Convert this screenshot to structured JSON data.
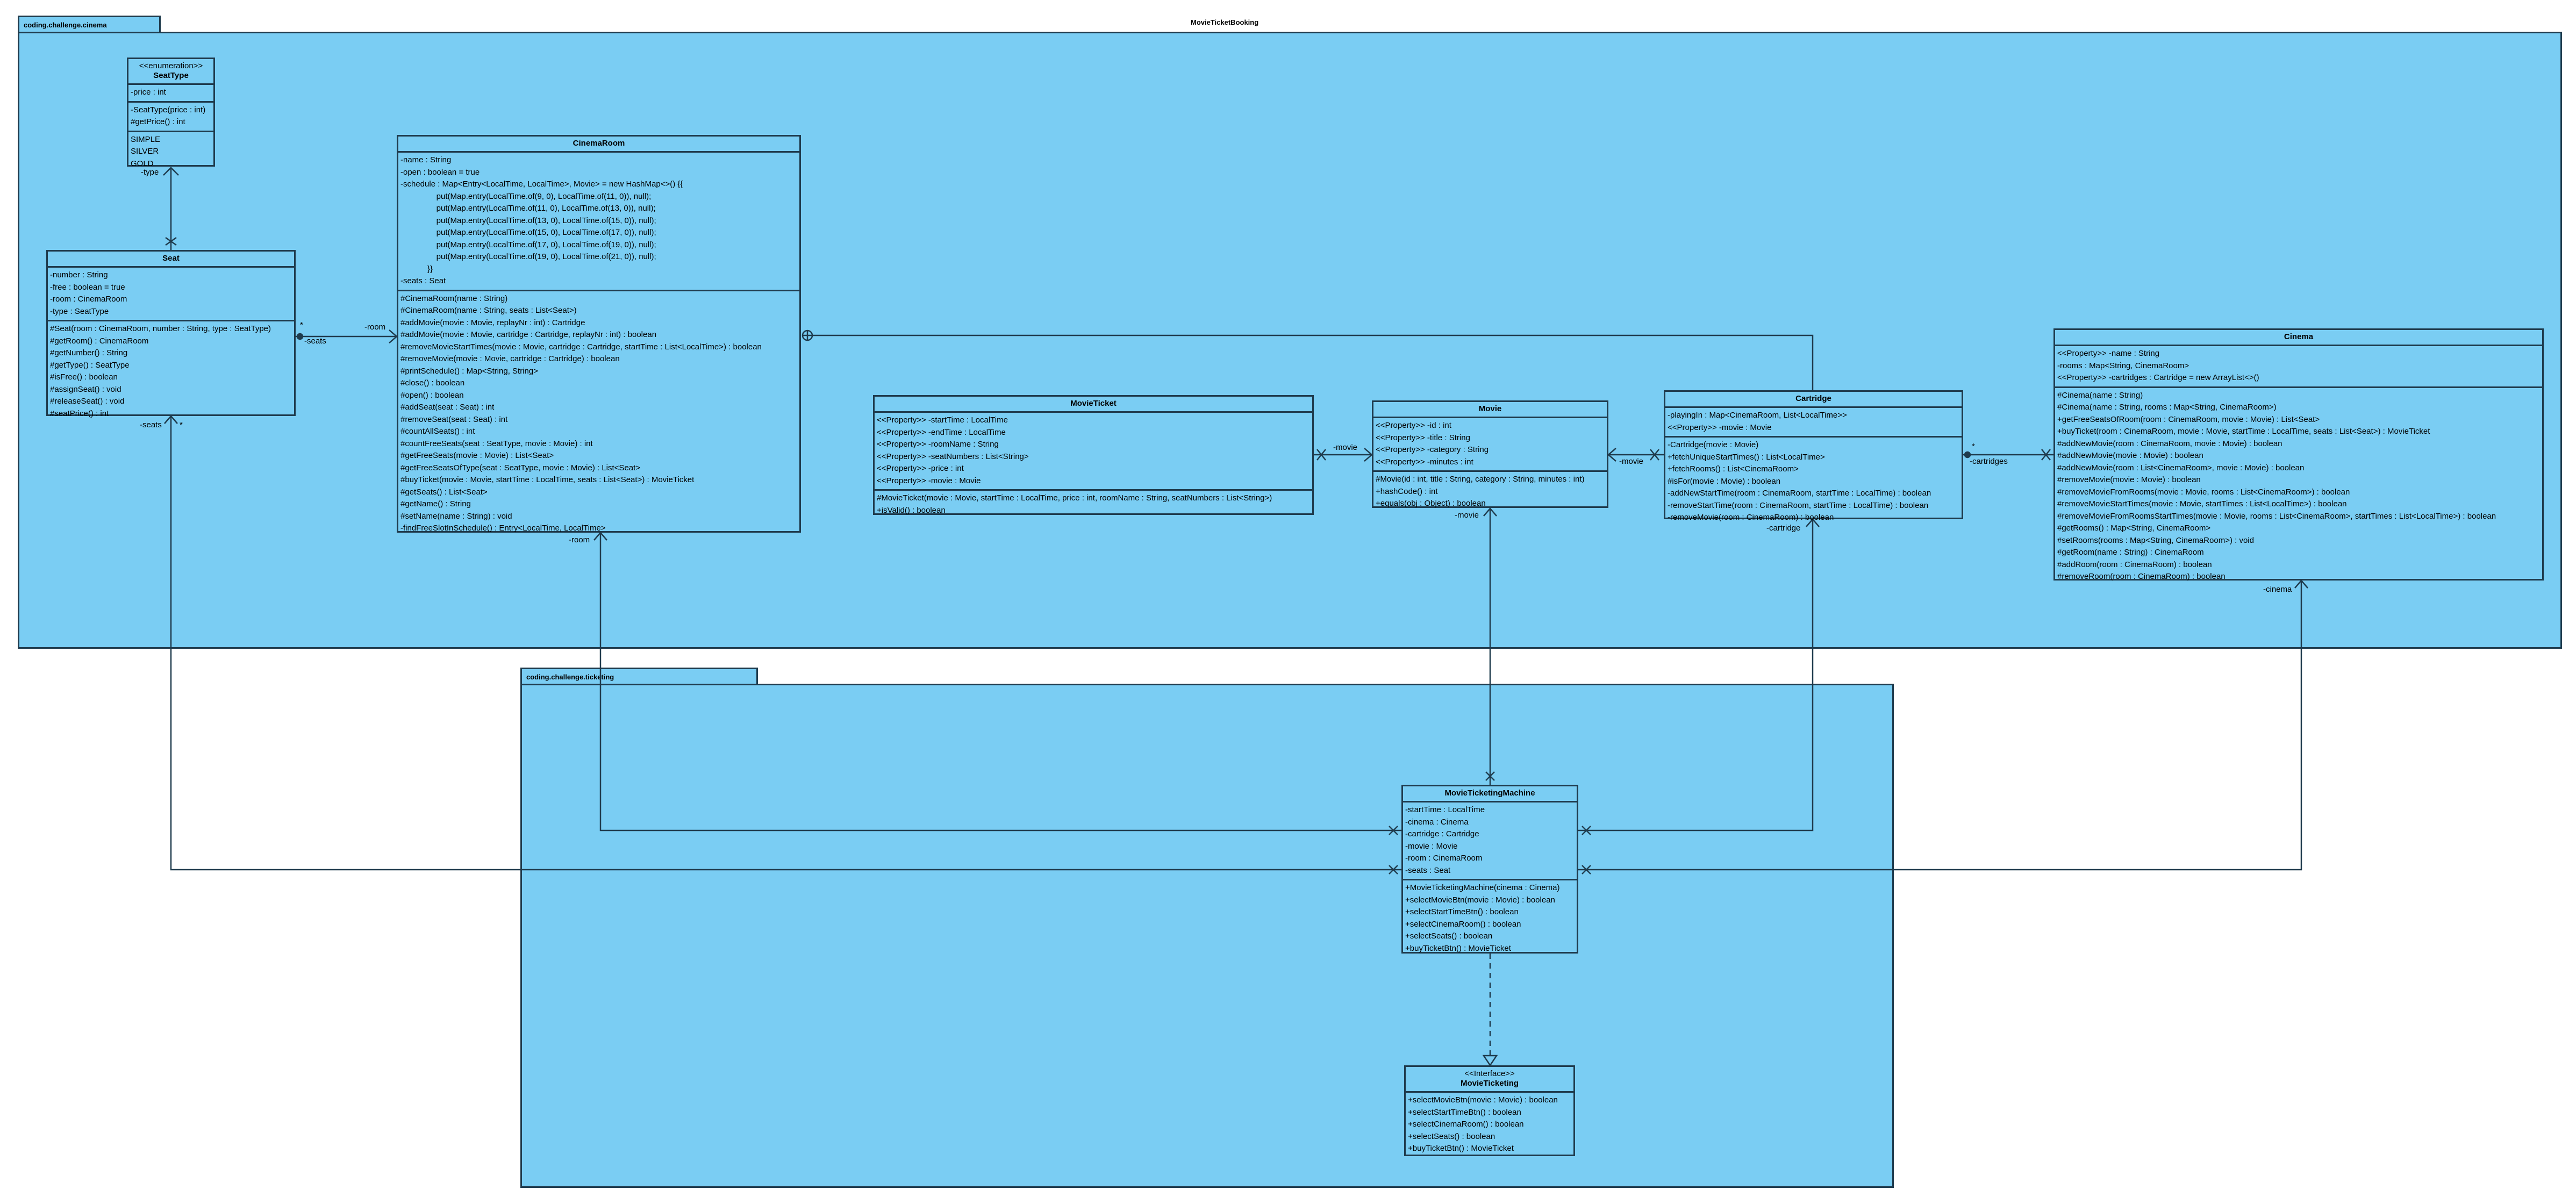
{
  "diagram": {
    "title": "MovieTicketBooking"
  },
  "packages": {
    "cinema": {
      "name": "coding.challenge.cinema"
    },
    "ticketing": {
      "name": "coding.challenge.ticketing"
    }
  },
  "classes": [
    {
      "key": "seattype",
      "stereotype": "<<enumeration>>",
      "name": "SeatType",
      "attributes": [
        "-price : int"
      ],
      "operations": [
        "-SeatType(price : int)",
        "#getPrice() : int"
      ],
      "literals": [
        "SIMPLE",
        "SILVER",
        "GOLD"
      ]
    },
    {
      "key": "seat",
      "name": "Seat",
      "attributes": [
        "-number : String",
        "-free : boolean = true",
        "-room : CinemaRoom",
        "-type : SeatType"
      ],
      "operations": [
        "#Seat(room : CinemaRoom, number : String, type : SeatType)",
        "#getRoom() : CinemaRoom",
        "#getNumber() : String",
        "#getType() : SeatType",
        "#isFree() : boolean",
        "#assignSeat() : void",
        "#releaseSeat() : void",
        "#seatPrice() : int"
      ]
    },
    {
      "key": "cinemaroom",
      "name": "CinemaRoom",
      "attributes": [
        "-name : String",
        "-open : boolean = true",
        "-schedule : Map<Entry<LocalTime, LocalTime>, Movie> = new HashMap<>() {{",
        "                put(Map.entry(LocalTime.of(9, 0), LocalTime.of(11, 0)), null);",
        "                put(Map.entry(LocalTime.of(11, 0), LocalTime.of(13, 0)), null);",
        "                put(Map.entry(LocalTime.of(13, 0), LocalTime.of(15, 0)), null);",
        "                put(Map.entry(LocalTime.of(15, 0), LocalTime.of(17, 0)), null);",
        "                put(Map.entry(LocalTime.of(17, 0), LocalTime.of(19, 0)), null);",
        "                put(Map.entry(LocalTime.of(19, 0), LocalTime.of(21, 0)), null);",
        "            }}",
        "-seats : Seat"
      ],
      "operations": [
        "#CinemaRoom(name : String)",
        "#CinemaRoom(name : String, seats : List<Seat>)",
        "#addMovie(movie : Movie, replayNr : int) : Cartridge",
        "#addMovie(movie : Movie, cartridge : Cartridge, replayNr : int) : boolean",
        "#removeMovieStartTimes(movie : Movie, cartridge : Cartridge, startTime : List<LocalTime>) : boolean",
        "#removeMovie(movie : Movie, cartridge : Cartridge) : boolean",
        "#printSchedule() : Map<String, String>",
        "#close() : boolean",
        "#open() : boolean",
        "#addSeat(seat : Seat) : int",
        "#removeSeat(seat : Seat) : int",
        "#countAllSeats() : int",
        "#countFreeSeats(seat : SeatType, movie : Movie) : int",
        "#getFreeSeats(movie : Movie) : List<Seat>",
        "#getFreeSeatsOfType(seat : SeatType, movie : Movie) : List<Seat>",
        "#buyTicket(movie : Movie, startTime : LocalTime, seats : List<Seat>) : MovieTicket",
        "#getSeats() : List<Seat>",
        "#getName() : String",
        "#setName(name : String) : void",
        "-findFreeSlotInSchedule() : Entry<LocalTime, LocalTime>"
      ]
    },
    {
      "key": "movieticket",
      "name": "MovieTicket",
      "attributes": [
        "<<Property>> -startTime : LocalTime",
        "<<Property>> -endTime : LocalTime",
        "<<Property>> -roomName : String",
        "<<Property>> -seatNumbers : List<String>",
        "<<Property>> -price : int",
        "<<Property>> -movie : Movie"
      ],
      "operations": [
        "#MovieTicket(movie : Movie, startTime : LocalTime, price : int, roomName : String, seatNumbers : List<String>)",
        "+isValid() : boolean"
      ]
    },
    {
      "key": "movie",
      "name": "Movie",
      "attributes": [
        "<<Property>> -id : int",
        "<<Property>> -title : String",
        "<<Property>> -category : String",
        "<<Property>> -minutes : int"
      ],
      "operations": [
        "#Movie(id : int, title : String, category : String, minutes : int)",
        "+hashCode() : int",
        "+equals(obj : Object) : boolean"
      ]
    },
    {
      "key": "cartridge",
      "name": "Cartridge",
      "attributes": [
        "-playingIn : Map<CinemaRoom, List<LocalTime>>",
        "<<Property>> -movie : Movie"
      ],
      "operations": [
        "-Cartridge(movie : Movie)",
        "+fetchUniqueStartTimes() : List<LocalTime>",
        "+fetchRooms() : List<CinemaRoom>",
        "#isFor(movie : Movie) : boolean",
        "-addNewStartTime(room : CinemaRoom, startTime : LocalTime) : boolean",
        "-removeStartTime(room : CinemaRoom, startTime : LocalTime) : boolean",
        "-removeMovie(room : CinemaRoom) : boolean"
      ]
    },
    {
      "key": "cinema",
      "name": "Cinema",
      "attributes": [
        "<<Property>> -name : String",
        "-rooms : Map<String, CinemaRoom>",
        "<<Property>> -cartridges : Cartridge = new ArrayList<>()"
      ],
      "operations": [
        "#Cinema(name : String)",
        "#Cinema(name : String, rooms : Map<String, CinemaRoom>)",
        "+getFreeSeatsOfRoom(room : CinemaRoom, movie : Movie) : List<Seat>",
        "+buyTicket(room : CinemaRoom, movie : Movie, startTime : LocalTime, seats : List<Seat>) : MovieTicket",
        "#addNewMovie(room : CinemaRoom, movie : Movie) : boolean",
        "#addNewMovie(movie : Movie) : boolean",
        "#addNewMovie(room : List<CinemaRoom>, movie : Movie) : boolean",
        "#removeMovie(movie : Movie) : boolean",
        "#removeMovieFromRooms(movie : Movie, rooms : List<CinemaRoom>) : boolean",
        "#removeMovieStartTimes(movie : Movie, startTimes : List<LocalTime>) : boolean",
        "#removeMovieFromRoomsStartTimes(movie : Movie, rooms : List<CinemaRoom>, startTimes : List<LocalTime>) : boolean",
        "#getRooms() : Map<String, CinemaRoom>",
        "#setRooms(rooms : Map<String, CinemaRoom>) : void",
        "#getRoom(name : String) : CinemaRoom",
        "#addRoom(room : CinemaRoom) : boolean",
        "#removeRoom(room : CinemaRoom) : boolean"
      ]
    },
    {
      "key": "machine",
      "name": "MovieTicketingMachine",
      "attributes": [
        "-startTime : LocalTime",
        "-cinema : Cinema",
        "-cartridge : Cartridge",
        "-movie : Movie",
        "-room : CinemaRoom",
        "-seats : Seat"
      ],
      "operations": [
        "+MovieTicketingMachine(cinema : Cinema)",
        "+selectMovieBtn(movie : Movie) : boolean",
        "+selectStartTimeBtn() : boolean",
        "+selectCinemaRoom() : boolean",
        "+selectSeats() : boolean",
        "+buyTicketBtn() : MovieTicket"
      ]
    },
    {
      "key": "iface",
      "stereotype": "<<Interface>>",
      "name": "MovieTicketing",
      "operations": [
        "+selectMovieBtn(movie : Movie) : boolean",
        "+selectStartTimeBtn() : boolean",
        "+selectCinemaRoom() : boolean",
        "+selectSeats() : boolean",
        "+buyTicketBtn() : MovieTicket"
      ]
    }
  ],
  "role_labels": {
    "seat_type": "-type",
    "seat_seats_mult": "*",
    "cinemaroom_seats": "-seats",
    "seat_room": "-room",
    "seat_bottom_seats": "-seats",
    "seat_bottom_mult": "*",
    "ticket_movie": "-movie",
    "cartridge_movie": "-movie",
    "movie_bottom": "-movie",
    "cinemaroom_bottom": "-room",
    "cartridge_bottom": "-cartridge",
    "cinema_cartridges": "-cartridges",
    "cinema_cartridges_mult": "*",
    "cinema_bottom": "-cinema"
  },
  "colors": {
    "package_fill": "#7acdf3",
    "border": "#1f3b4d",
    "line": "#1f3b4d"
  }
}
